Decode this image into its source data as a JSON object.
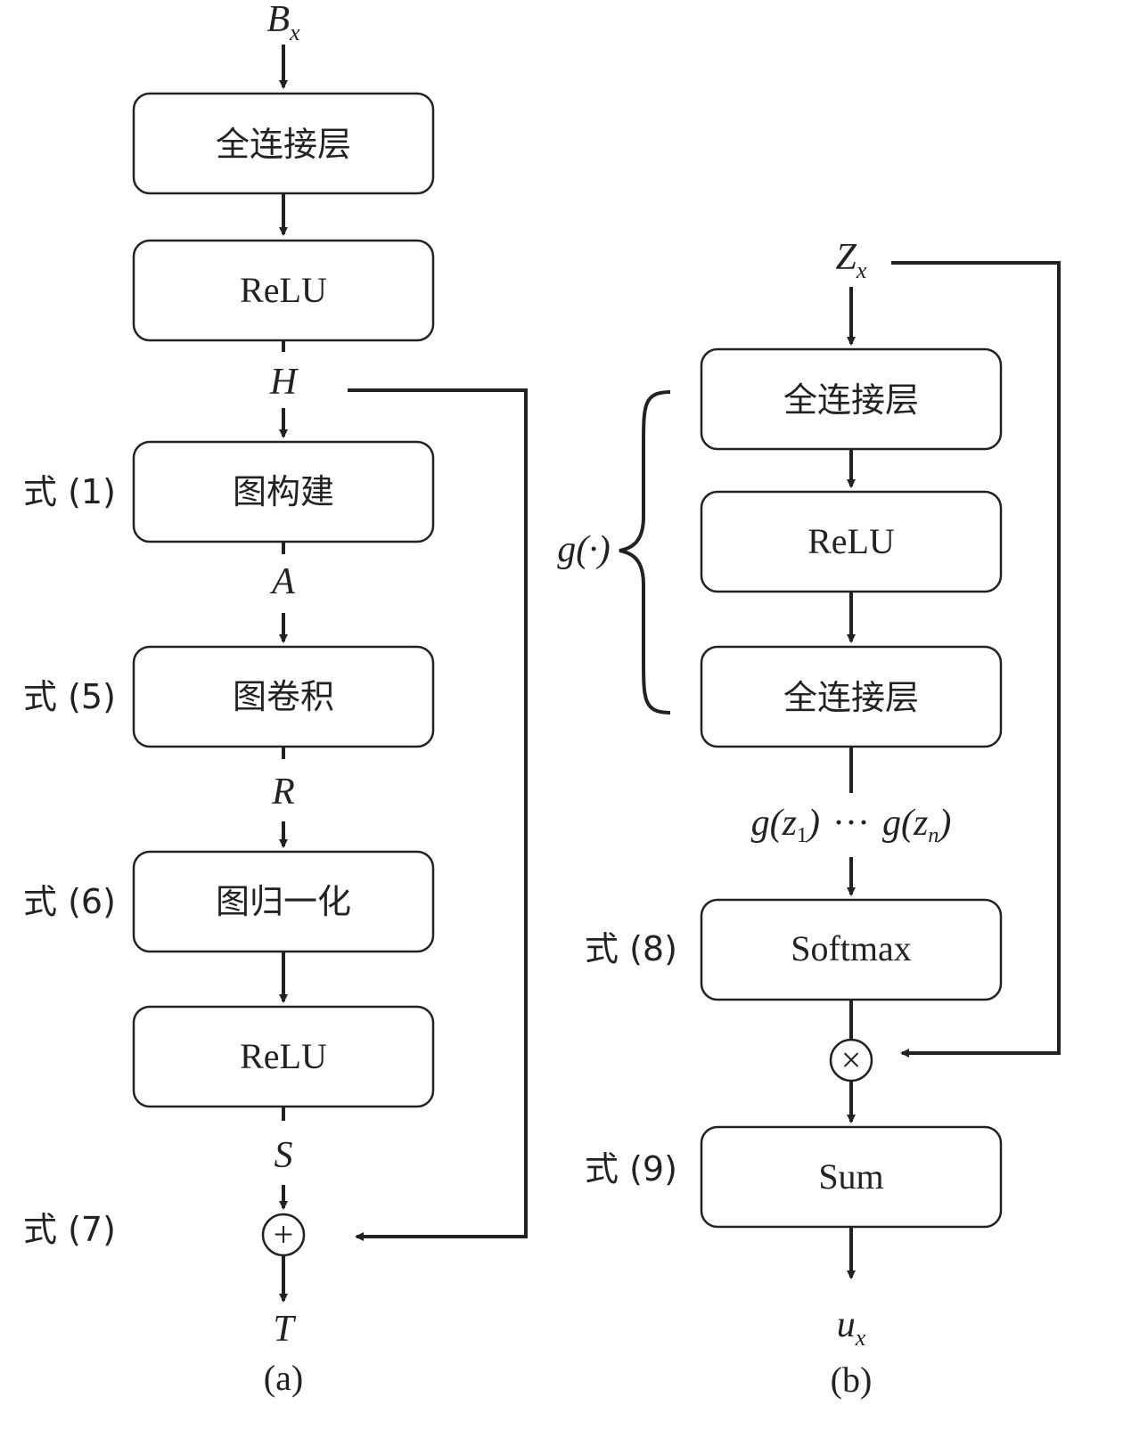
{
  "panel_a": {
    "input": "B",
    "input_sub": "x",
    "boxes": [
      "全连接层",
      "ReLU",
      "图构建",
      "图卷积",
      "图归一化",
      "ReLU"
    ],
    "vars": {
      "h": "H",
      "a": "A",
      "r": "R",
      "s": "S",
      "t": "T"
    },
    "eq_labels": [
      "式 (1)",
      "式 (5)",
      "式 (6)",
      "式 (7)"
    ],
    "op_symbol": "+",
    "caption": "(a)"
  },
  "panel_b": {
    "input": "Z",
    "input_sub": "x",
    "boxes": [
      "全连接层",
      "ReLU",
      "全连接层",
      "Softmax",
      "Sum"
    ],
    "g_label": "g(·)",
    "g_outputs": {
      "g1": "g(",
      "z1": "z",
      "z1_sub": "1",
      "close1": ")",
      "dots": "···",
      "gn": "g(",
      "zn": "z",
      "zn_sub": "n",
      "closen": ")"
    },
    "eq_labels": [
      "式 (8)",
      "式 (9)"
    ],
    "op_symbol": "×",
    "output": "u",
    "output_sub": "x",
    "caption": "(b)"
  }
}
